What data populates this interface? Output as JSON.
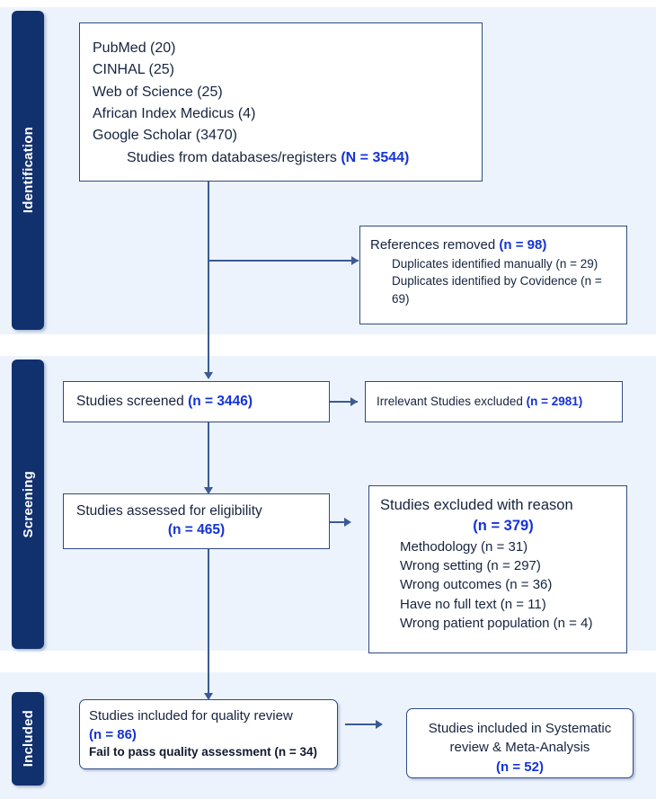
{
  "phases": {
    "identification": "Identification",
    "screening": "Screening",
    "included": "Included"
  },
  "colors": {
    "phase_bar": "#11306e",
    "band_background": "#edf3fc",
    "box_border": "#2c4b84",
    "accent_number": "#1433d6",
    "body_text": "#16243f"
  },
  "boxes": {
    "sources": {
      "lines": [
        "PubMed (20)",
        "CINHAL (25)",
        "Web of Science (25)",
        "African Index Medicus (4)",
        "Google Scholar (3470)"
      ],
      "total_label": "Studies from databases/registers",
      "total_count": "(N = 3544)"
    },
    "references_removed": {
      "header_label": "References removed",
      "header_count": "(n = 98)",
      "detail_1": "Duplicates identified manually (n = 29)",
      "detail_2": "Duplicates identified by Covidence (n =",
      "detail_3": "69)"
    },
    "studies_screened": {
      "label": "Studies screened",
      "count": "(n = 3446)"
    },
    "irrelevant_excluded": {
      "label": "Irrelevant Studies excluded",
      "count": "(n = 2981)"
    },
    "studies_eligibility": {
      "label": "Studies assessed for eligibility",
      "count": "(n = 465)"
    },
    "studies_excluded": {
      "header_label": "Studies excluded with reason",
      "header_count": "(n = 379)",
      "reasons": [
        "Methodology (n = 31)",
        "Wrong setting (n = 297)",
        "Wrong outcomes (n = 36)",
        "Have no full text (n = 11)",
        "Wrong patient population (n = 4)"
      ]
    },
    "quality_review": {
      "label": "Studies included for quality review",
      "count": "(n = 86)",
      "fail_note": "Fail to pass quality assessment (n = 34)"
    },
    "final_included": {
      "line_1": "Studies included in Systematic",
      "line_2": "review & Meta-Analysis",
      "count": "(n = 52)"
    }
  },
  "chart_data": {
    "type": "diagram",
    "title": "PRISMA flow diagram",
    "nodes": [
      {
        "id": "sources",
        "phase": "Identification",
        "label": "Studies from databases/registers",
        "n": 3544,
        "breakdown": [
          {
            "source": "PubMed",
            "n": 20
          },
          {
            "source": "CINHAL",
            "n": 25
          },
          {
            "source": "Web of Science",
            "n": 25
          },
          {
            "source": "African Index Medicus",
            "n": 4
          },
          {
            "source": "Google Scholar",
            "n": 3470
          }
        ]
      },
      {
        "id": "references_removed",
        "phase": "Identification",
        "label": "References removed",
        "n": 98,
        "breakdown": [
          {
            "source": "Duplicates identified manually",
            "n": 29
          },
          {
            "source": "Duplicates identified by Covidence",
            "n": 69
          }
        ]
      },
      {
        "id": "studies_screened",
        "phase": "Screening",
        "label": "Studies screened",
        "n": 3446
      },
      {
        "id": "irrelevant_excluded",
        "phase": "Screening",
        "label": "Irrelevant Studies excluded",
        "n": 2981
      },
      {
        "id": "studies_eligibility",
        "phase": "Screening",
        "label": "Studies assessed for eligibility",
        "n": 465
      },
      {
        "id": "studies_excluded",
        "phase": "Screening",
        "label": "Studies excluded with reason",
        "n": 379,
        "breakdown": [
          {
            "source": "Methodology",
            "n": 31
          },
          {
            "source": "Wrong setting",
            "n": 297
          },
          {
            "source": "Wrong outcomes",
            "n": 36
          },
          {
            "source": "Have no full text",
            "n": 11
          },
          {
            "source": "Wrong patient population",
            "n": 4
          }
        ]
      },
      {
        "id": "quality_review",
        "phase": "Included",
        "label": "Studies included for quality review",
        "n": 86,
        "breakdown": [
          {
            "source": "Fail to pass quality assessment",
            "n": 34
          }
        ]
      },
      {
        "id": "final_included",
        "phase": "Included",
        "label": "Studies included in Systematic review & Meta-Analysis",
        "n": 52
      }
    ],
    "edges": [
      {
        "from": "sources",
        "to": "references_removed"
      },
      {
        "from": "sources",
        "to": "studies_screened"
      },
      {
        "from": "studies_screened",
        "to": "irrelevant_excluded"
      },
      {
        "from": "studies_screened",
        "to": "studies_eligibility"
      },
      {
        "from": "studies_eligibility",
        "to": "studies_excluded"
      },
      {
        "from": "studies_eligibility",
        "to": "quality_review"
      },
      {
        "from": "quality_review",
        "to": "final_included"
      }
    ]
  }
}
